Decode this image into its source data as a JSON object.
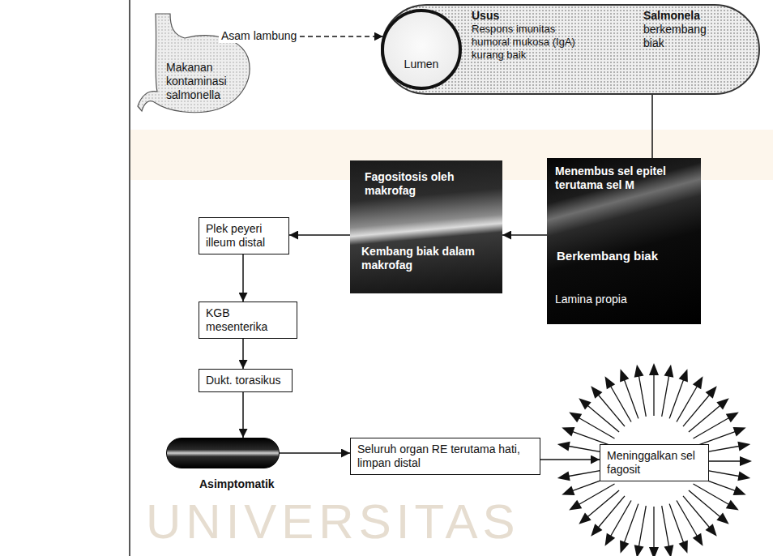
{
  "diagram": {
    "nodes": [
      {
        "text": [
          "Makanan kontaminasi salmonella"
        ]
      },
      {
        "text": [
          "Usus",
          "Respons imunitas humoral mukosa (IgA) kurang baik",
          "Salmonela",
          "berkembang biak"
        ]
      },
      {
        "text": [
          "Lumen"
        ],
        "in": 1
      },
      {
        "text": [
          "Menembus sel epitel terutama sel M",
          "Berkembang biak",
          "Lamina propia"
        ]
      },
      {
        "text": [
          "Fagositosis oleh makrofag",
          "Kembang biak dalam makrofag"
        ]
      },
      {
        "text": [
          "Plek peyeri illeum distal"
        ]
      },
      {
        "text": [
          "KGB mesenterika"
        ]
      },
      {
        "text": [
          "Dukt. torasikus"
        ]
      },
      {
        "text": [
          "Asimptomatik"
        ]
      },
      {
        "text": [
          "Seluruh organ RE terutama hati, limpan distal"
        ]
      },
      {
        "text": [
          "Meninggalkan sel fagosit"
        ]
      }
    ],
    "edges": [
      {
        "from": 0,
        "to": 2,
        "arrow": "to",
        "label": "Asam lambung"
      },
      {
        "from": 1,
        "to": 3,
        "arrow": "none"
      },
      {
        "from": 3,
        "to": 4,
        "arrow": "to"
      },
      {
        "from": 4,
        "to": 5,
        "arrow": "to"
      },
      {
        "from": 5,
        "to": 6,
        "arrow": "to"
      },
      {
        "from": 6,
        "to": 7,
        "arrow": "to"
      },
      {
        "from": 7,
        "to": 8,
        "arrow": "to"
      },
      {
        "from": 8,
        "to": 9,
        "arrow": "to"
      },
      {
        "from": 9,
        "to": 10,
        "arrow": "to"
      }
    ],
    "labels": [
      "UNIVERSITAS"
    ]
  }
}
